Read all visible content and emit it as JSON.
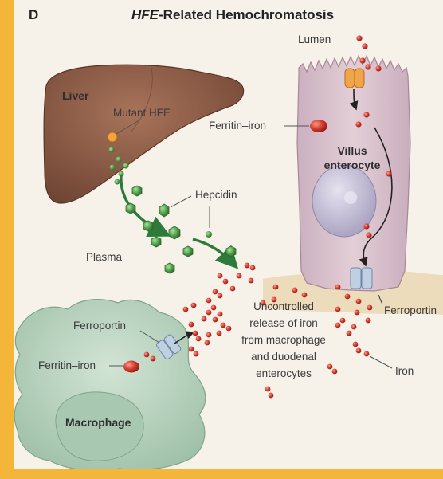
{
  "panel_letter": "D",
  "title_italic": "HFE",
  "title_rest": "-Related Hemochromatosis",
  "labels": {
    "lumen": "Lumen",
    "liver": "Liver",
    "mutant_hfe": "Mutant HFE",
    "ferritin_iron_top": "Ferritin–iron",
    "villus_line1": "Villus",
    "villus_line2": "enterocyte",
    "hepcidin": "Hepcidin",
    "plasma": "Plasma",
    "uncontrolled_lines": [
      "Uncontrolled",
      "release of iron",
      "from macrophage",
      "and duodenal",
      "enterocytes"
    ],
    "ferroportin_right": "Ferroportin",
    "ferroportin_left": "Ferroportin",
    "ferritin_iron_left": "Ferritin–iron",
    "iron": "Iron",
    "macrophage": "Macrophage"
  },
  "colors": {
    "border": "#f4b63a",
    "background": "#f6f2ea",
    "liver": "#8a5a45",
    "enterocyte": "#d9c2cc",
    "macrophage": "#bcd3c2",
    "hepcidin": "#4f9a4a",
    "iron": "#d23a2c",
    "arrow_green": "#2d7a3a",
    "ferroportin": "#b8c9dc",
    "hfe": "#e8a040"
  }
}
